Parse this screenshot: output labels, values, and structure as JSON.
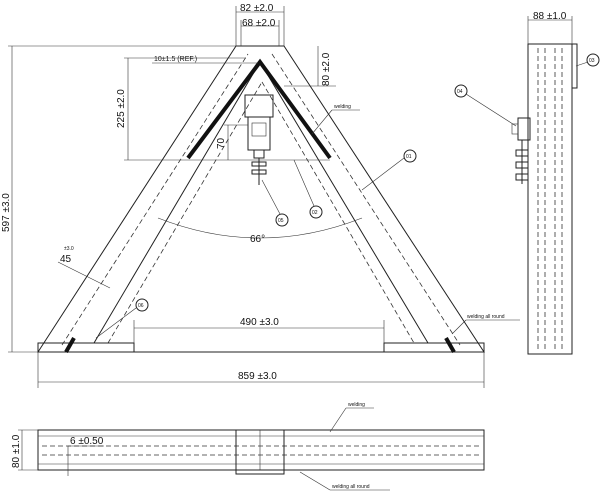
{
  "colors": {
    "line": "#222222",
    "weld": "#111111",
    "background": "#ffffff"
  },
  "dimensions": {
    "top_outer_width": "82 ±2.0",
    "top_inner_width": "68 ±2.0",
    "side_width": "88 ±1.0",
    "ref_thickness": "10±1.5 (REF.)",
    "apex_depth": "80 ±2.0",
    "inner_height": "225 ±2.0",
    "bracket_height": "70",
    "overall_height": "597 ±3.0",
    "angle_base": "45",
    "angle_tol": "±3.0",
    "apex_angle": "66°",
    "inner_span": "490 ±3.0",
    "overall_width": "859 ±3.0",
    "bottom_height": "80 ±1.0",
    "plate_thickness": "6 ±0.50"
  },
  "notes": {
    "welding_1": "welding",
    "welding_all_round_1": "welding all round",
    "welding_2": "welding",
    "welding_all_round_2": "welding all round"
  },
  "balloons": {
    "b01": "01",
    "b02": "02",
    "b03": "03",
    "b04": "04",
    "b05": "05",
    "b06": "06"
  }
}
